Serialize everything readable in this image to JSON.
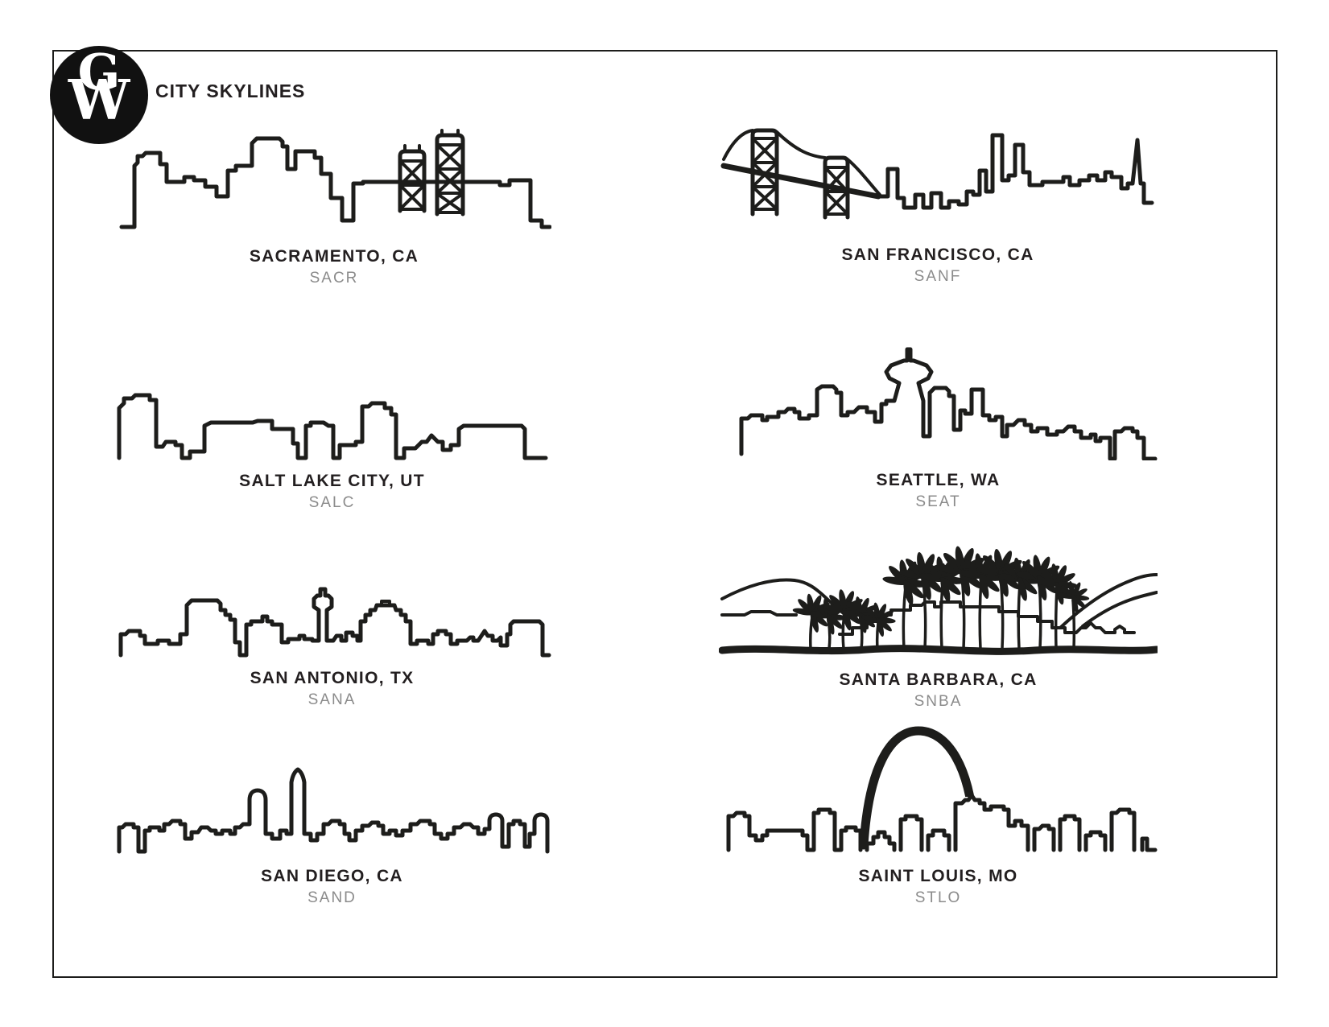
{
  "page": {
    "title": "CITY SKYLINES",
    "logo": {
      "monogram_top": "G",
      "monogram_bottom": "W"
    }
  },
  "colors": {
    "background": "#ffffff",
    "ink": "#1d1d1b",
    "label_black": "#231f20",
    "code_gray": "#8b8b8b"
  },
  "skylines": [
    {
      "city": "SACRAMENTO, CA",
      "code": "SACR",
      "illustration": "sacramento-skyline-with-tower-bridge"
    },
    {
      "city": "SAN FRANCISCO, CA",
      "code": "SANF",
      "illustration": "san-francisco-skyline-with-bay-bridge"
    },
    {
      "city": "SALT LAKE CITY, UT",
      "code": "SALC",
      "illustration": "salt-lake-city-skyline"
    },
    {
      "city": "SEATTLE, WA",
      "code": "SEAT",
      "illustration": "seattle-skyline-with-space-needle"
    },
    {
      "city": "SAN ANTONIO, TX",
      "code": "SANA",
      "illustration": "san-antonio-skyline-with-tower-of-the-americas"
    },
    {
      "city": "SANTA BARBARA, CA",
      "code": "SNBA",
      "illustration": "santa-barbara-palms-and-mountains"
    },
    {
      "city": "SAN DIEGO, CA",
      "code": "SAND",
      "illustration": "san-diego-skyline"
    },
    {
      "city": "SAINT LOUIS, MO",
      "code": "STLO",
      "illustration": "saint-louis-skyline-with-gateway-arch"
    }
  ]
}
